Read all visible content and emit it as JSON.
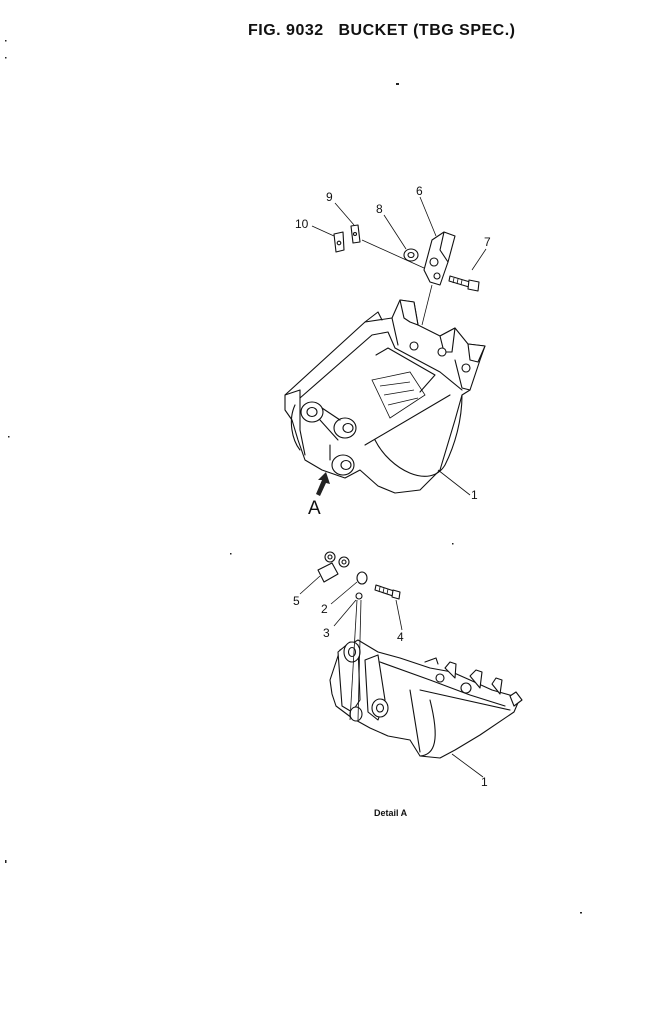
{
  "title": "FIG. 9032   BUCKET (TBG SPEC.)",
  "main_view": {
    "callouts": [
      "1",
      "6",
      "7",
      "8",
      "9",
      "10"
    ],
    "view_label": "A"
  },
  "detail_view": {
    "callouts": [
      "1",
      "2",
      "3",
      "4",
      "5"
    ],
    "caption": "Detail  A"
  }
}
